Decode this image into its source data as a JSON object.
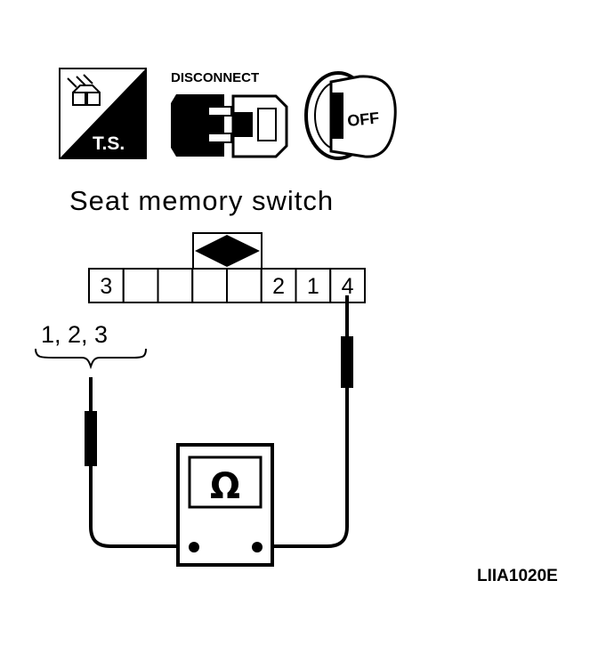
{
  "icons": {
    "troubleshoot": {
      "icon": "troubleshooting-tool-icon",
      "text": "T.S."
    },
    "disconnect": {
      "icon": "disconnect-connector-icon",
      "text": "DISCONNECT"
    },
    "ignition": {
      "icon": "ignition-key-off-icon",
      "text": "OFF"
    }
  },
  "title": "Seat memory switch",
  "connector": {
    "pins": [
      "3",
      "",
      "",
      "",
      "",
      "2",
      "1",
      "4"
    ],
    "probe_pin": "4"
  },
  "probe_group_label": "1, 2, 3",
  "meter": {
    "symbol": "Ω",
    "icon": "ohmmeter-icon"
  },
  "figure_code": "LIIA1020E"
}
